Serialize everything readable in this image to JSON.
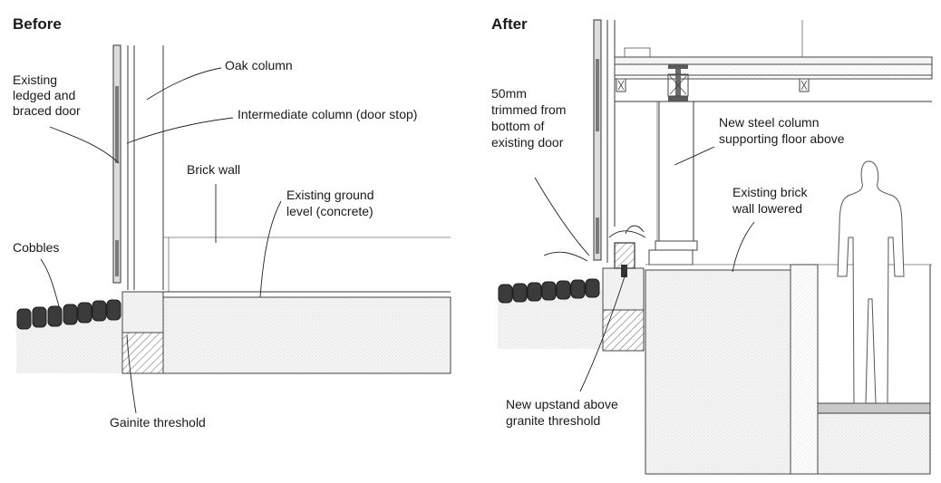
{
  "before": {
    "title": "Before",
    "labels": {
      "door": [
        "Existing",
        "ledged and",
        "braced door"
      ],
      "oak_column": "Oak column",
      "intermediate_column": "Intermediate column (door stop)",
      "brick_wall": "Brick wall",
      "ground_level": [
        "Existing ground",
        "level (concrete)"
      ],
      "cobbles": "Cobbles",
      "threshold": "Gainite threshold"
    }
  },
  "after": {
    "title": "After",
    "labels": {
      "trimmed": [
        "50mm",
        "trimmed from",
        "bottom of",
        "existing door"
      ],
      "steel_column": [
        "New steel column",
        "supporting floor above"
      ],
      "brick_lowered": [
        "Existing brick",
        "wall lowered"
      ],
      "upstand": [
        "New upstand above",
        "granite threshold"
      ]
    }
  }
}
